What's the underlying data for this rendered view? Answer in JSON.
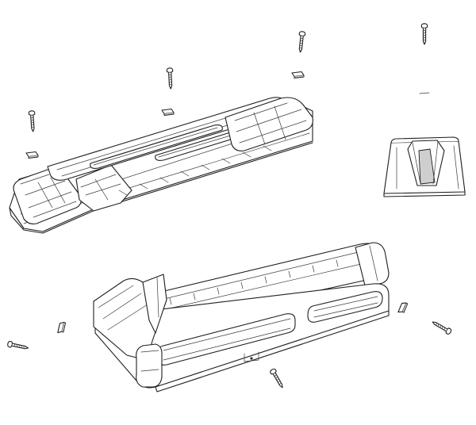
{
  "figure": {
    "kind": "exploded-assembly-drawing",
    "parts": [
      {
        "name": "bracket-top-assembly",
        "icon": "angled-bracket"
      },
      {
        "name": "end-cap-block",
        "icon": "end-cap"
      },
      {
        "name": "bracket-bottom-assembly",
        "icon": "angled-bracket"
      },
      {
        "name": "screw",
        "icon": "screw-icon",
        "count": 7
      },
      {
        "name": "washer-plate",
        "icon": "plate-icon",
        "count": 6
      }
    ],
    "colors": {
      "line": "#1f1f1f",
      "shade": "#cfcfcf",
      "background": "#ffffff"
    }
  }
}
